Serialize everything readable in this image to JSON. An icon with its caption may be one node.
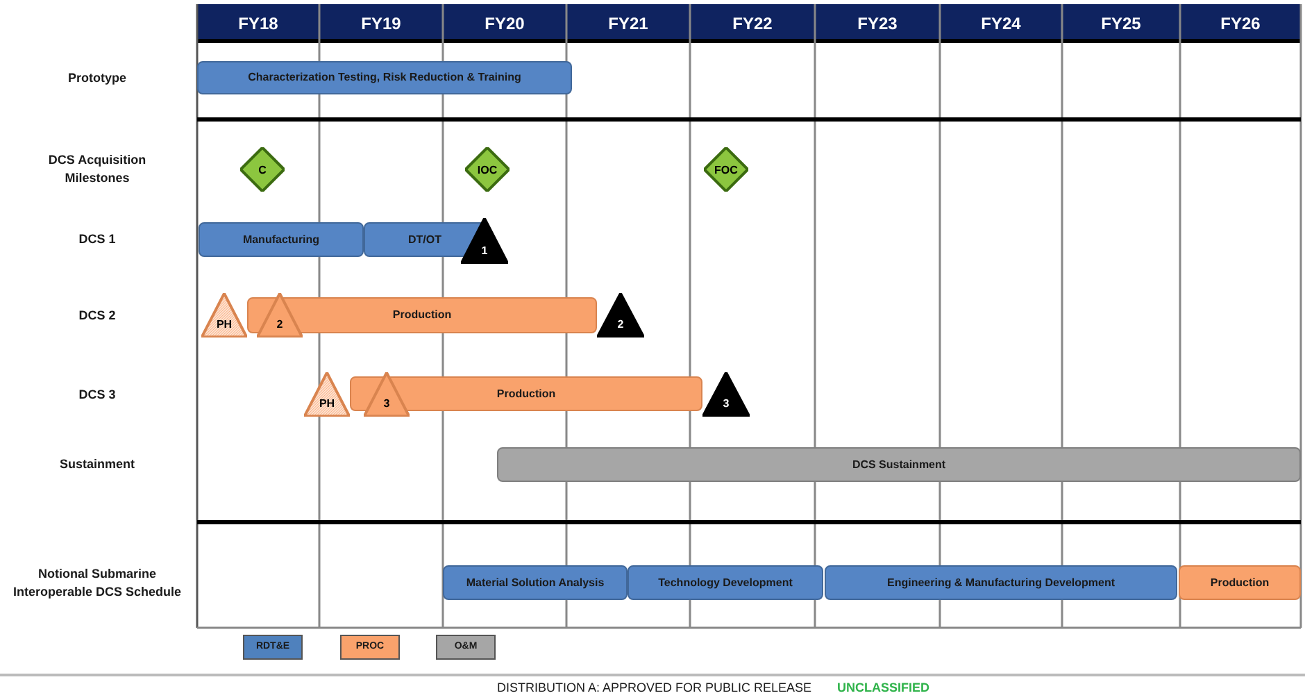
{
  "diagram": {
    "nodes": [
      {
        "text": [
          "Characterization Testing, Risk Reduction & Training"
        ]
      },
      {
        "text": [
          "C"
        ]
      },
      {
        "text": [
          "IOC"
        ]
      },
      {
        "text": [
          "FOC"
        ]
      },
      {
        "text": [
          "Manufacturing"
        ]
      },
      {
        "text": [
          "DT/OT"
        ]
      },
      {
        "text": [
          "1"
        ]
      },
      {
        "text": [
          "PH"
        ]
      },
      {
        "text": [
          "2"
        ]
      },
      {
        "text": [
          "Production"
        ]
      },
      {
        "text": [
          "2"
        ]
      },
      {
        "text": [
          "PH"
        ]
      },
      {
        "text": [
          "3"
        ]
      },
      {
        "text": [
          "Production"
        ]
      },
      {
        "text": [
          "3"
        ]
      },
      {
        "text": [
          "DCS Sustainment"
        ]
      },
      {
        "text": [
          "Material Solution Analysis"
        ]
      },
      {
        "text": [
          "Technology Development"
        ]
      },
      {
        "text": [
          "Engineering & Manufacturing Development"
        ]
      },
      {
        "text": [
          "Production"
        ]
      }
    ],
    "labels": [
      "FY18",
      "FY19",
      "FY20",
      "FY21",
      "FY22",
      "FY23",
      "FY24",
      "FY25",
      "FY26",
      "Prototype",
      "DCS Acquisition Milestones",
      "DCS 1",
      "DCS 2",
      "DCS 3",
      "Sustainment",
      "Notional Submarine Interoperable DCS Schedule",
      "DISTRIBUTION A: APPROVED FOR PUBLIC RELEASE",
      "UNCLASSIFIED"
    ],
    "legend": [
      {
        "text": "RDT&E",
        "color": "#4f81bd"
      },
      {
        "text": "PROC",
        "color": "#f9a26c"
      },
      {
        "text": "O&M",
        "color": "#a6a6a6"
      }
    ]
  }
}
